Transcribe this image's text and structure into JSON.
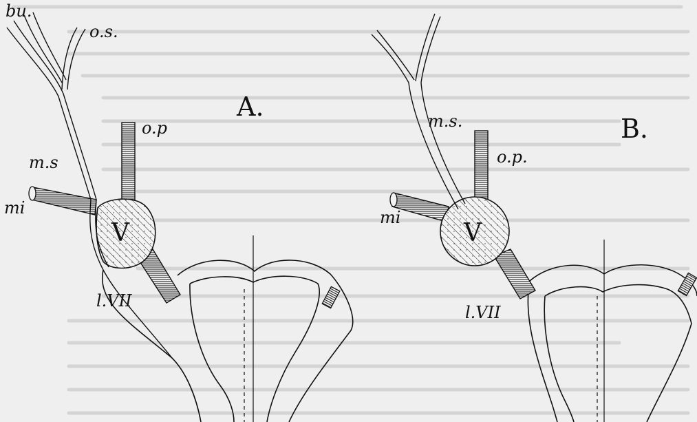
{
  "figure": {
    "panel_a": {
      "title": "A.",
      "labels": {
        "bu": "bu.",
        "os": "o.s.",
        "op": "o.p",
        "ms": "m.s",
        "mi": "mi",
        "ganglion": "V",
        "lvii": "l.VII"
      }
    },
    "panel_b": {
      "title": "B.",
      "labels": {
        "ms": "m.s.",
        "op": "o.p.",
        "mi": "mi",
        "ganglion": "V",
        "lvii": "l.VII"
      }
    },
    "colors": {
      "paper": "#efefef",
      "ink": "#111111",
      "show_through": "#c9c9c9"
    }
  }
}
